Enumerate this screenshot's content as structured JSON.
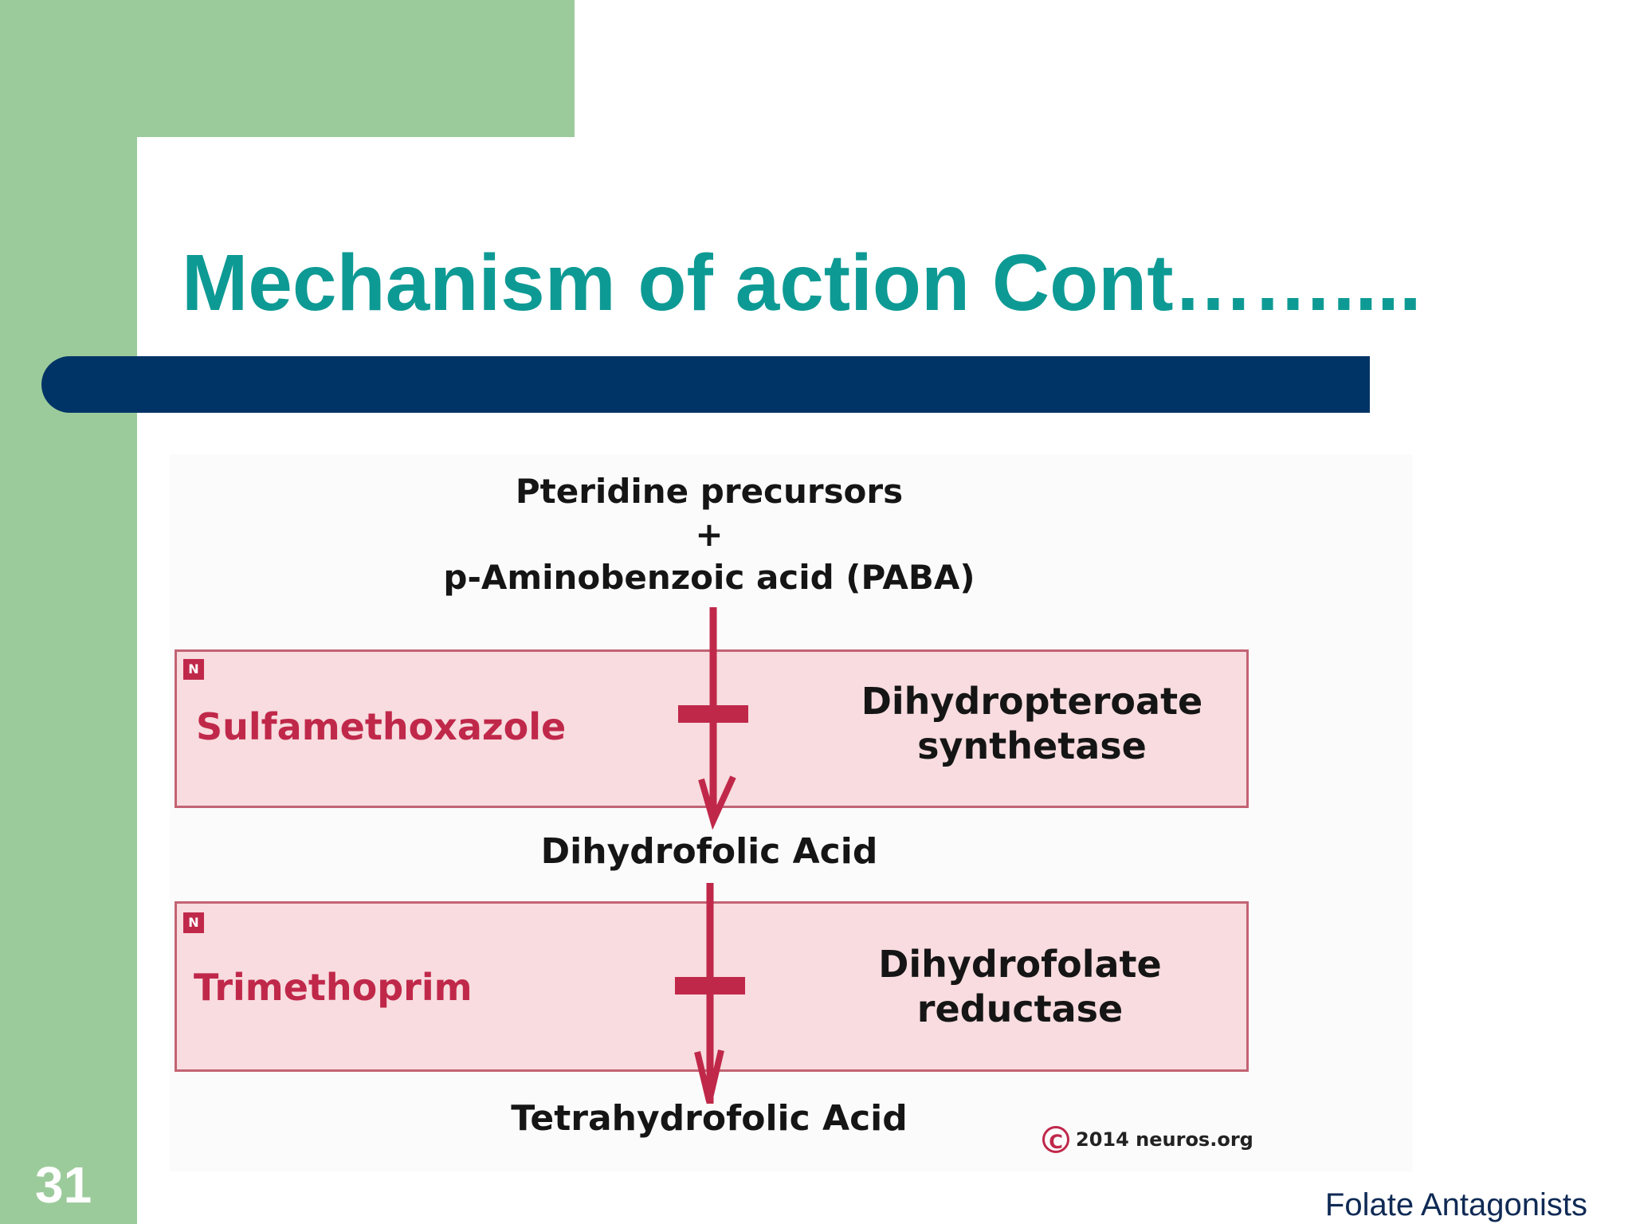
{
  "slide": {
    "title": "Mechanism of action Cont……....",
    "number": "31",
    "footer": "Folate Antagonists"
  },
  "diagram": {
    "precursor_line1": "Pteridine precursors",
    "plus": "+",
    "precursor_line2": "p-Aminobenzoic acid (PABA)",
    "badge": "N",
    "drug1": "Sulfamethoxazole",
    "enzyme1_line1": "Dihydropteroate",
    "enzyme1_line2": "synthetase",
    "intermediate": "Dihydrofolic Acid",
    "drug2": "Trimethoprim",
    "enzyme2_line1": "Dihydrofolate",
    "enzyme2_line2": "reductase",
    "product": "Tetrahydrofolic Acid",
    "copyright_symbol": "C",
    "copyright_text": "2014 neuros.org"
  },
  "colors": {
    "accent_green": "#9ccb9b",
    "title_teal": "#0e9a94",
    "bar_navy": "#013466",
    "inhibitor_red": "#c0284a",
    "box_pink": "#f8dcdf"
  }
}
